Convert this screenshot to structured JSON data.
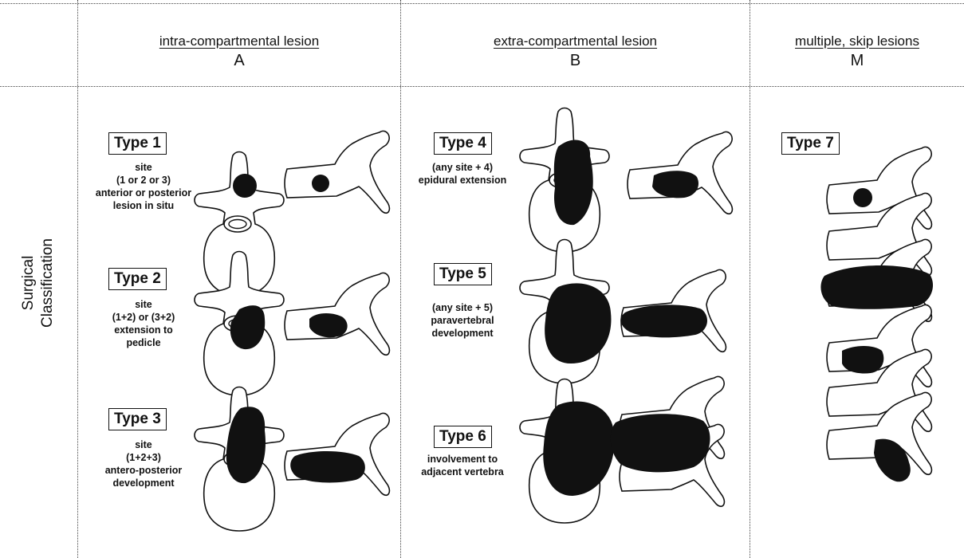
{
  "header": {
    "colA": {
      "title": "intra-compartmental lesion",
      "letter": "A"
    },
    "colB": {
      "title": "extra-compartmental lesion",
      "letter": "B"
    },
    "colM": {
      "title": "multiple, skip lesions",
      "letter": "M"
    }
  },
  "row_label": {
    "line1": "Surgical",
    "line2": "Classification"
  },
  "types": [
    {
      "label": "Type 1",
      "desc": [
        "site",
        "(1 or 2 or 3)",
        "anterior or posterior",
        "lesion in situ"
      ]
    },
    {
      "label": "Type 2",
      "desc": [
        "site",
        "(1+2) or (3+2)",
        "extension to",
        "pedicle"
      ]
    },
    {
      "label": "Type 3",
      "desc": [
        "site",
        "(1+2+3)",
        "antero-posterior",
        "development"
      ]
    },
    {
      "label": "Type 4",
      "desc": [
        "(any site + 4)",
        "epidural extension"
      ]
    },
    {
      "label": "Type 5",
      "desc": [
        "(any site + 5)",
        "paravertebral",
        "development"
      ]
    },
    {
      "label": "Type 6",
      "desc": [
        "involvement to",
        "adjacent vertebra"
      ]
    },
    {
      "label": "Type 7",
      "desc": []
    }
  ]
}
